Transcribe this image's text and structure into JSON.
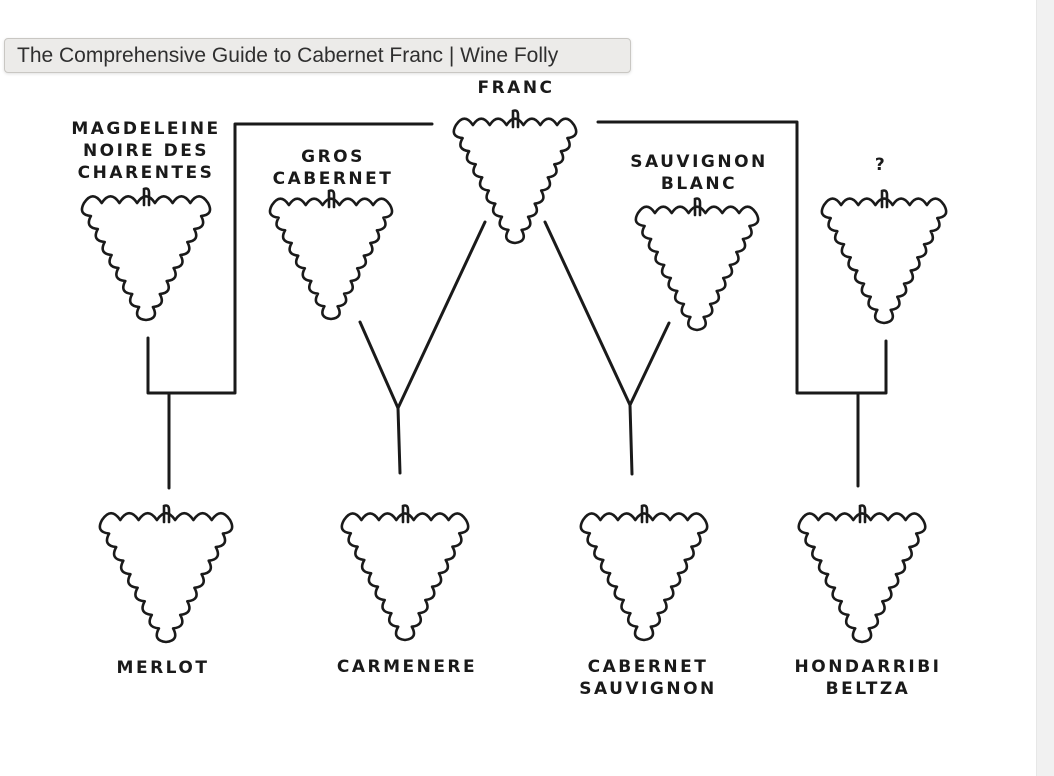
{
  "tooltip": {
    "text": "The Comprehensive Guide to Cabernet Franc | Wine Folly"
  },
  "diagram": {
    "top_parent": {
      "lines": [
        "FRANC"
      ]
    },
    "parents": {
      "magdeleine": {
        "lines": [
          "MAGDELEINE",
          "NOIRE DES",
          "CHARENTES"
        ]
      },
      "gros_cabernet": {
        "lines": [
          "GROS",
          "CABERNET"
        ]
      },
      "sauvignon_blanc": {
        "lines": [
          "SAUVIGNON",
          "BLANC"
        ]
      },
      "unknown": {
        "lines": [
          "?"
        ]
      }
    },
    "children": {
      "merlot": {
        "lines": [
          "MERLOT"
        ]
      },
      "carmenere": {
        "lines": [
          "CARMENERE"
        ]
      },
      "cabernet_sauvignon": {
        "lines": [
          "CABERNET",
          "SAUVIGNON"
        ]
      },
      "hondarribi_beltza": {
        "lines": [
          "HONDARRIBI",
          "BELTZA"
        ]
      }
    }
  }
}
